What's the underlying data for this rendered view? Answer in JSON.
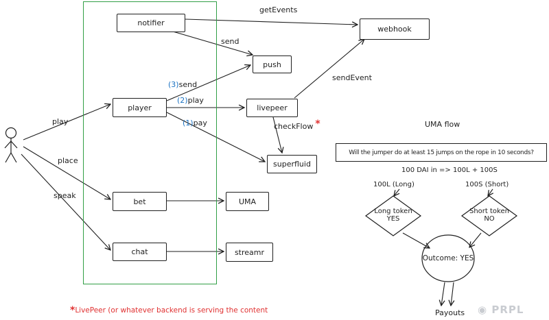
{
  "boxes": {
    "notifier": "notifier",
    "push": "push",
    "webhook": "webhook",
    "player": "player",
    "livepeer": "livepeer",
    "superfluid": "superfluid",
    "bet": "bet",
    "uma": "UMA",
    "chat": "chat",
    "streamr": "streamr"
  },
  "edge_labels": {
    "get_events": "getEvents",
    "send": "send",
    "send3": {
      "num": "(3)",
      "word": "send"
    },
    "play2": {
      "num": "(2)",
      "word": "play"
    },
    "pay1": {
      "num": "(1)",
      "word": "pay"
    },
    "send_event": "sendEvent",
    "check_flow": {
      "word": "checkFlow",
      "mark": "*"
    },
    "play": "play",
    "place": "place",
    "speak": "speak"
  },
  "uma_flow": {
    "title": "UMA flow",
    "question": "Will the jumper do at least 15 jumps on the rope in 10 seconds?",
    "conversion": "100 DAI in => 100L + 100S",
    "long_label": "100L (Long)",
    "short_label": "100S (Short)",
    "long_token": {
      "line1": "Long token",
      "line2": "YES"
    },
    "short_token": {
      "line1": "Short token",
      "line2": "NO"
    },
    "outcome": "Outcome: YES",
    "payouts": "Payouts"
  },
  "footnote": {
    "mark": "*",
    "text": "LivePeer (or whatever backend is serving the content"
  },
  "watermark": {
    "icon": "◉",
    "text": "PRPL"
  },
  "colors": {
    "ink": "#1e1e1e",
    "frame_green": "#2f9e44",
    "step_blue": "#1971c2",
    "alert_red": "#e03131",
    "watermark_gray": "#c9ccd1"
  }
}
